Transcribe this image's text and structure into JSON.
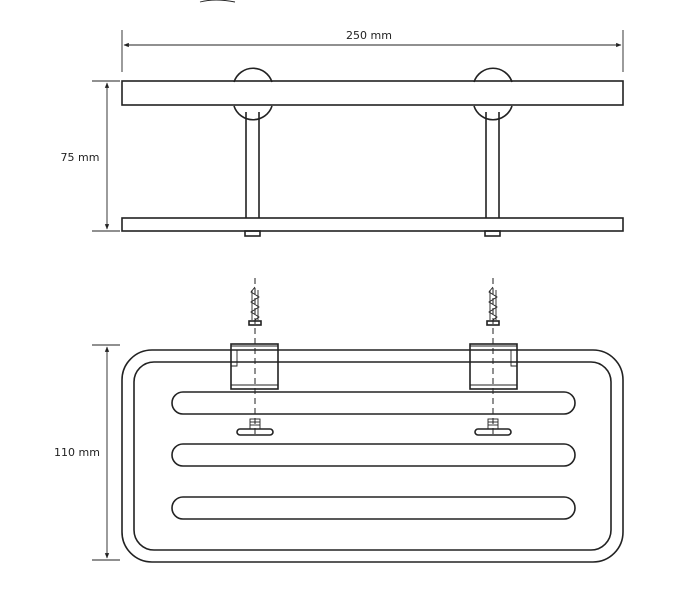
{
  "dimensions": {
    "width_label": "250 mm",
    "height_label": "75 mm",
    "depth_label": "110 mm"
  },
  "views": [
    "side-view",
    "top-view"
  ]
}
